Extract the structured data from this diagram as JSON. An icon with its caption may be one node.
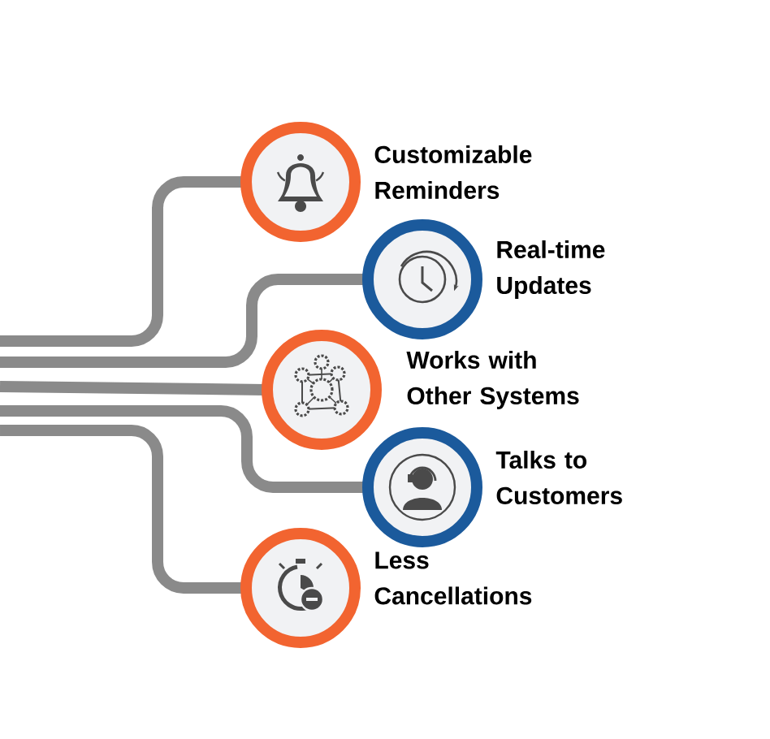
{
  "diagram": {
    "nodes": [
      {
        "text": [],
        "shape": "circle",
        "beside": [
          "Customizable Reminders"
        ]
      },
      {
        "text": [],
        "shape": "circle",
        "beside": [
          "Real-time Updates"
        ]
      },
      {
        "text": [],
        "shape": "circle",
        "beside": [
          "Works with Other Systems"
        ]
      },
      {
        "text": [],
        "shape": "circle",
        "beside": [
          "Talks to Customers"
        ]
      },
      {
        "text": [],
        "shape": "circle",
        "beside": [
          "Less Cancellations"
        ]
      }
    ],
    "edges": [
      {
        "from": null,
        "to": 0,
        "arrow": "none"
      },
      {
        "from": null,
        "to": 1,
        "arrow": "none"
      },
      {
        "from": null,
        "to": 2,
        "arrow": "none"
      },
      {
        "from": null,
        "to": 3,
        "arrow": "none"
      },
      {
        "from": null,
        "to": 4,
        "arrow": "none"
      }
    ]
  }
}
